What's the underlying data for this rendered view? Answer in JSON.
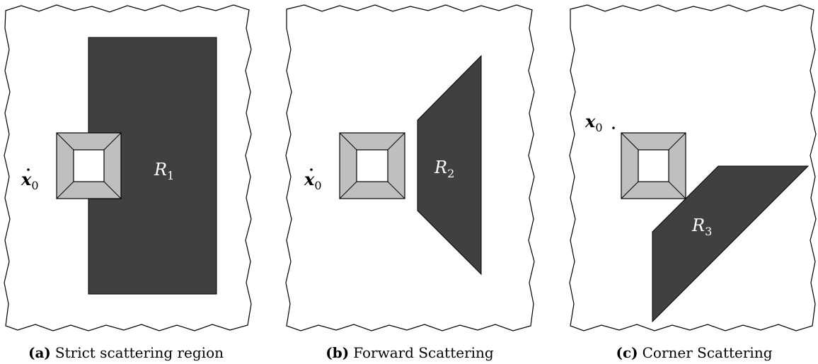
{
  "panels": [
    {
      "tag": "(a)",
      "caption": "Strict scattering region",
      "region_label": "R",
      "region_sub": "1",
      "point_label": "x",
      "point_sub": "0"
    },
    {
      "tag": "(b)",
      "caption": "Forward Scattering",
      "region_label": "R",
      "region_sub": "2",
      "point_label": "x",
      "point_sub": "0"
    },
    {
      "tag": "(c)",
      "caption": "Corner Scattering",
      "region_label": "R",
      "region_sub": "3",
      "point_label": "x",
      "point_sub": "0"
    }
  ],
  "colors": {
    "region_fill": "#404040",
    "frame_fill": "#bfbfbf",
    "background": "#ffffff"
  }
}
